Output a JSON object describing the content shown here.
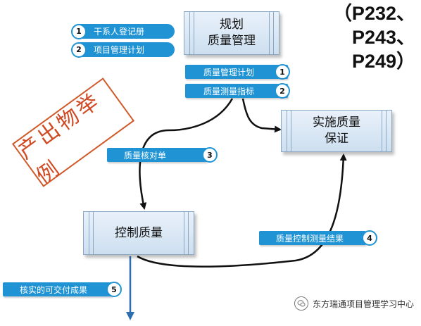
{
  "page_refs": "（P232、\nP243、\nP249）",
  "stamp_text": "产出物举例",
  "boxes": {
    "plan": "规划\n质量管理",
    "assure": "实施质量\n保证",
    "control": "控制质量"
  },
  "plan_inputs": [
    {
      "num": "1",
      "label": "干系人登记册"
    },
    {
      "num": "2",
      "label": "项目管理计划"
    }
  ],
  "plan_outputs": [
    {
      "num": "1",
      "label": "质量管理计划"
    },
    {
      "num": "2",
      "label": "质量测量指标"
    }
  ],
  "checklist": {
    "num": "3",
    "label": "质量核对单"
  },
  "control_measure": {
    "num": "4",
    "label": "质量控制测量结果"
  },
  "verified": {
    "num": "5",
    "label": "核实的可交付成果"
  },
  "watermark": {
    "text": "东方瑞通项目管理学习中心",
    "icon": "wechat-icon"
  },
  "colors": {
    "pill_blue": "#1f93d4",
    "stamp_red": "#d04a24",
    "box_border": "#8aa8c4"
  }
}
